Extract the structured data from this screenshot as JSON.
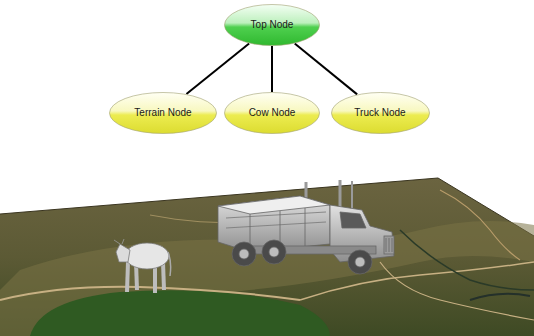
{
  "diagram": {
    "nodes": [
      {
        "text": [
          "Top Node"
        ]
      },
      {
        "text": [
          "Terrain Node"
        ]
      },
      {
        "text": [
          "Cow Node"
        ]
      },
      {
        "text": [
          "Truck Node"
        ]
      }
    ],
    "edges": [
      {
        "from": 0,
        "to": 1,
        "arrow": "none"
      },
      {
        "from": 0,
        "to": 2,
        "arrow": "none"
      },
      {
        "from": 0,
        "to": 3,
        "arrow": "none"
      }
    ]
  }
}
